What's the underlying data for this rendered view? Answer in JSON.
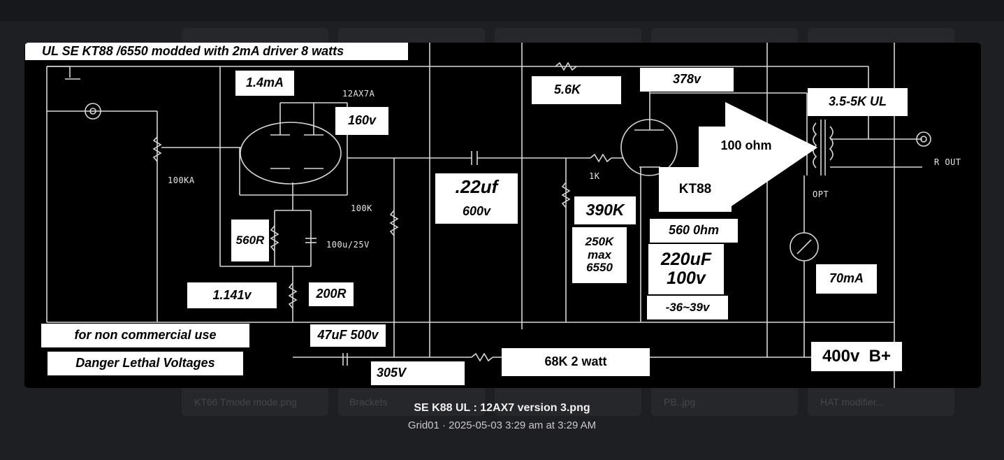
{
  "image_title": "SE K88 UL : 12AX7 version 3.png",
  "image_meta": "Grid01 · 2025-05-03 3:29 am at 3:29 AM",
  "background_files": [
    "KT66 Tmode mode.png",
    "Brackets",
    "PB..jpg",
    "HAT modifier..."
  ],
  "schematic": {
    "title": "UL SE KT88 /6550 modded with 2mA driver 8 watts",
    "labels": {
      "driver_current": "1.4mA",
      "tube_driver": "12AX7A",
      "plate_voltage": "160v",
      "pot": "100KA",
      "cathode_r": "560R",
      "cathode_cap": "100u/25V",
      "plate_r": "100K",
      "cathode_v": "1.141v",
      "dropper_r": "200R",
      "cap_value": ".22uf",
      "cap_voltage": "600v",
      "grid_stopper": "1K",
      "grid_r": "390K",
      "grid_r_note": "250K\nmax\n6550",
      "screen_r": "5.6K",
      "output_voltage": "378v",
      "grid_stopper2": "100 ohm",
      "output_tube": "KT88",
      "cathode_r2": "560 0hm",
      "cathode_cap2": "220uF\n100v",
      "bias": "-36~39v",
      "transformer": "3.5-5K UL",
      "opt": "OPT",
      "output": "R OUT",
      "meter": "70mA",
      "supply_cap": "47uF 500v",
      "supply_v1": "305V",
      "supply_dot": ".",
      "supply_r": "68K 2 watt",
      "b_plus": "400v  B+",
      "note1": "for non commercial use",
      "note2": "Danger Lethal Voltages",
      "tick": "'"
    }
  },
  "colors": {
    "page_bg": "#1e1f23",
    "viewer_bg": "#000000",
    "caption": "#f2f2f2",
    "meta": "#c9c9cc"
  }
}
